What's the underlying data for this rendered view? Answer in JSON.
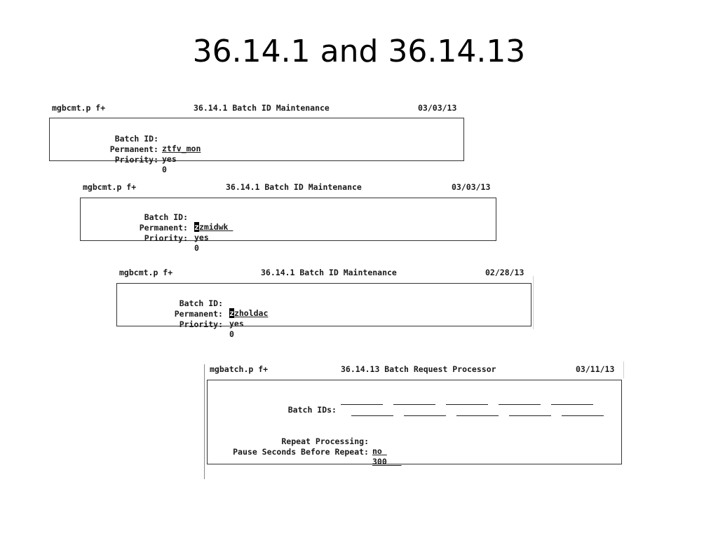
{
  "slide": {
    "title": "36.14.1 and 36.14.13"
  },
  "screens": [
    {
      "program": "mgbcmt.p f+",
      "title": "36.14.1 Batch ID Maintenance",
      "date": "03/03/13",
      "fields": {
        "batch_id_label": "Batch ID:",
        "batch_id_value": "ztfv_mon",
        "permanent_label": "Permanent:",
        "permanent_value": "yes",
        "priority_label": "Priority:",
        "priority_value": "0"
      }
    },
    {
      "program": "mgbcmt.p f+",
      "title": "36.14.1 Batch ID Maintenance",
      "date": "03/03/13",
      "fields": {
        "batch_id_label": "Batch ID:",
        "batch_id_cursor": "z",
        "batch_id_value": "zmidwk",
        "permanent_label": "Permanent:",
        "permanent_value": "yes",
        "priority_label": "Priority:",
        "priority_value": "0"
      }
    },
    {
      "program": "mgbcmt.p f+",
      "title": "36.14.1 Batch ID Maintenance",
      "date": "02/28/13",
      "fields": {
        "batch_id_label": "Batch ID:",
        "batch_id_cursor": "z",
        "batch_id_value": "zholdac",
        "permanent_label": "Permanent:",
        "permanent_value": "yes",
        "priority_label": "Priority:",
        "priority_value": "0"
      }
    },
    {
      "program": "mgbatch.p f+",
      "title": "36.14.13 Batch Request Processor",
      "date": "03/11/13",
      "fields": {
        "batch_ids_label": "Batch IDs:",
        "repeat_label": "Repeat Processing:",
        "repeat_value": "no",
        "pause_label": "Pause Seconds Before Repeat:",
        "pause_value": "300"
      }
    }
  ]
}
